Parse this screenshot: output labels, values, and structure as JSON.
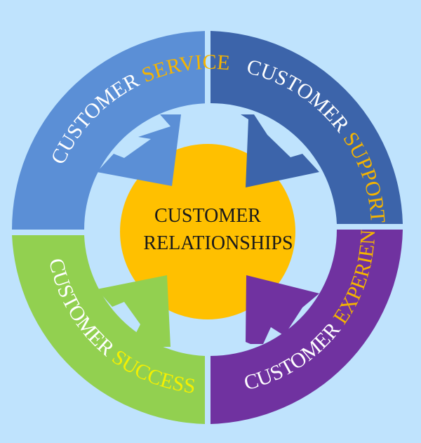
{
  "diagram": {
    "center": {
      "line1": "CUSTOMER",
      "line2": "RELATIONSHIPS"
    },
    "segments": [
      {
        "id": "service",
        "prefix": "CUSTOMER ",
        "keyword": "SERVICE",
        "fill": "#5b8fd6",
        "keyword_color": "#f5b400"
      },
      {
        "id": "support",
        "prefix": "CUSTOMER ",
        "keyword": "SUPPORT",
        "fill": "#3c64aa",
        "keyword_color": "#f5b400"
      },
      {
        "id": "experience",
        "prefix": "CUSTOMER ",
        "keyword": "EXPERIENCE",
        "fill": "#7032a0",
        "keyword_color": "#f5b400"
      },
      {
        "id": "success",
        "prefix": "CUSTOMER ",
        "keyword": "SUCCESS",
        "fill": "#92d050",
        "keyword_color": "#f5f000"
      }
    ],
    "colors": {
      "background": "#bfe3fd",
      "center_circle": "#ffc000",
      "prefix_text": "#ffffff"
    }
  }
}
